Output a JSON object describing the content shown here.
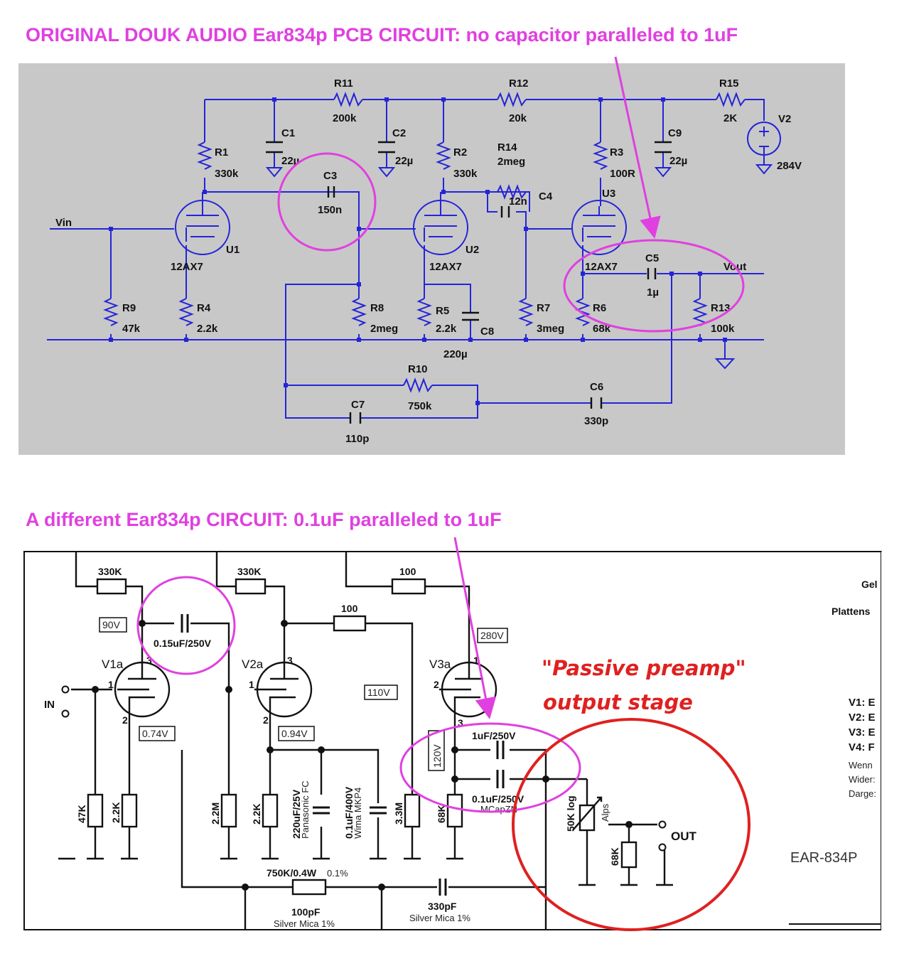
{
  "titles": {
    "top": "ORIGINAL DOUK AUDIO Ear834p PCB CIRCUIT: no capacitor paralleled to 1uF",
    "bottom": "A different Ear834p CIRCUIT: 0.1uF paralleled to 1uF"
  },
  "colors": {
    "highlight": "#e040e0",
    "wire": "#2424d8",
    "panel": "#c8c8c8",
    "red_circle": "#e02020"
  },
  "top_circuit": {
    "vin": "Vin",
    "vout": "Vout",
    "R11": "R11",
    "R11_val": "200k",
    "R12": "R12",
    "R12_val": "20k",
    "R15": "R15",
    "R15_val": "2K",
    "V2": "V2",
    "V2_val": "284V",
    "C1": "C1",
    "C1_val": "22µ",
    "C2": "C2",
    "C2_val": "22µ",
    "C9": "C9",
    "C9_val": "22µ",
    "R1": "R1",
    "R1_val": "330k",
    "R2": "R2",
    "R2_val": "330k",
    "R3": "R3",
    "R3_val": "100R",
    "R14": "R14",
    "R14_val": "2meg",
    "C3": "C3",
    "C3_val": "150n",
    "C4": "C4",
    "C4_val": "12n",
    "U1": "U1",
    "U2": "U2",
    "U3": "U3",
    "tube": "12AX7",
    "C5": "C5",
    "C5_val": "1µ",
    "R9": "R9",
    "R9_val": "47k",
    "R4": "R4",
    "R4_val": "2.2k",
    "R8": "R8",
    "R8_val": "2meg",
    "R5": "R5",
    "R5_val": "2.2k",
    "C8": "C8",
    "C8_val": "220µ",
    "R7": "R7",
    "R7_val": "3meg",
    "R6": "R6",
    "R6_val": "68k",
    "R13": "R13",
    "R13_val": "100k",
    "R10": "R10",
    "R10_val": "750k",
    "C7": "C7",
    "C7_val": "110p",
    "C6": "C6",
    "C6_val": "330p"
  },
  "bottom_circuit": {
    "r330k_a": "330K",
    "r330k_b": "330K",
    "r100_a": "100",
    "r100_b": "100",
    "v90": "90V",
    "v280": "280V",
    "v110": "110V",
    "v074": "0.74V",
    "v094": "0.94V",
    "v120": "120V",
    "cap015": "0.15uF/250V",
    "v1a": "V1a",
    "v2a": "V2a",
    "v3a": "V3a",
    "pin1": "1",
    "pin2": "2",
    "pin3": "3",
    "in": "IN",
    "out": "OUT",
    "cap1uf": "1uF/250V",
    "cap01uf": "0.1uF/250V",
    "mcap": "MCapZN",
    "r47k": "47K",
    "r22k_a": "2.2K",
    "r22m": "2.2M",
    "r22k_b": "2.2K",
    "c220": "220uF/25V",
    "c220_type": "Panasonic FC",
    "c01": "0.1uF/400V",
    "c01_type": "Wima MKP4",
    "r33m": "3.3M",
    "r68k_a": "68K",
    "r68k_b": "68K",
    "pot": "50K log",
    "alps": "Alps",
    "r750": "750K/0.4W",
    "r750_tol": "0.1%",
    "c100p": "100pF",
    "silver1": "Silver Mica 1%",
    "c330p": "330pF",
    "silver2": "Silver Mica 1%",
    "passive1": "\"Passive preamp\"",
    "passive2": "output stage",
    "ear": "EAR-834P",
    "side_ge": "Gel",
    "side_pl": "Plattens",
    "side_v1": "V1: E",
    "side_v2": "V2: E",
    "side_v3": "V3: E",
    "side_v4": "V4: F",
    "side_w1": "Wenn",
    "side_w2": "Wider:",
    "side_w3": "Darge:"
  }
}
